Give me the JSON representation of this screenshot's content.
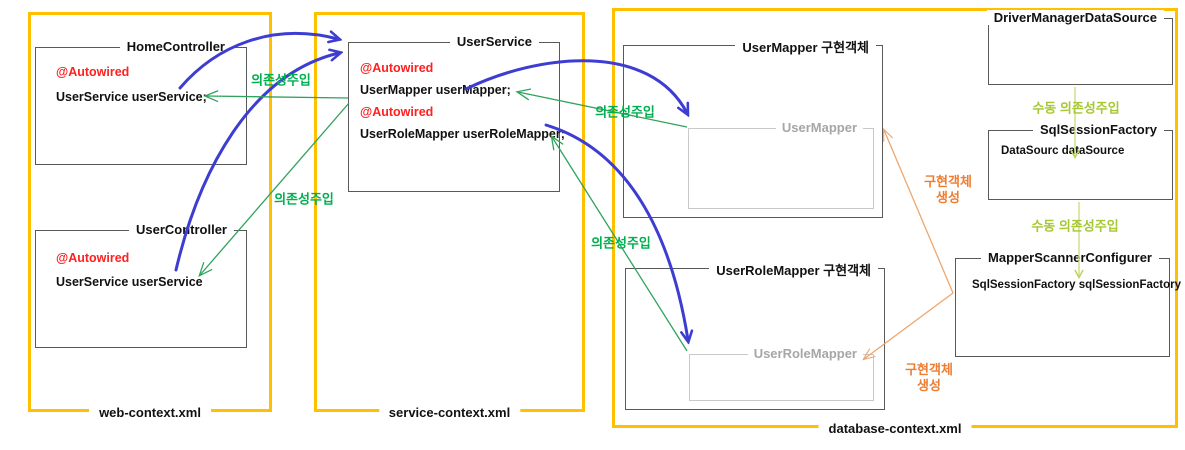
{
  "contexts": [
    {
      "name": "web-context.xml"
    },
    {
      "name": "service-context.xml"
    },
    {
      "name": "database-context.xml"
    }
  ],
  "boxes": {
    "home_controller": {
      "title": "HomeController",
      "autowired": "@Autowired",
      "field": "UserService userService;"
    },
    "user_controller": {
      "title": "UserController",
      "autowired": "@Autowired",
      "field": "UserService userService"
    },
    "user_service": {
      "title": "UserService",
      "autowired1": "@Autowired",
      "field1": "UserMapper userMapper;",
      "autowired2": "@Autowired",
      "field2": "UserRoleMapper userRoleMapper;"
    },
    "user_mapper_impl": {
      "title": "UserMapper 구현객체",
      "inner_title": "UserMapper"
    },
    "user_role_mapper_impl": {
      "title": "UserRoleMapper 구현객체",
      "inner_title": "UserRoleMapper"
    },
    "driver_manager_data_source": {
      "title": "DriverManagerDataSource"
    },
    "sql_session_factory": {
      "title": "SqlSessionFactory",
      "field": "DataSourc dataSource"
    },
    "mapper_scanner_configurer": {
      "title": "MapperScannerConfigurer",
      "field": "SqlSessionFactory sqlSessionFactory"
    }
  },
  "arrow_labels": {
    "dependency_injection": "의존성주입",
    "manual_dependency_injection": "수동 의존성주입",
    "impl_creation_line1": "구현객체",
    "impl_creation_line2": "생성"
  },
  "colors": {
    "context_border": "#FFC000",
    "class_border": "#595959",
    "inner_border": "#C9C9C9",
    "inner_title_gray": "#A6A6A6",
    "autowired_red": "#FF2020",
    "blue_arrow": "#3D3DD2",
    "green_label": "#00B050",
    "green_arrow": "#2FA35C",
    "orange_arrow": "#EDA770",
    "orange_label": "#ED7D31",
    "yellow_green_label": "#A6C832",
    "yellow_green_line": "#CFE08A"
  }
}
